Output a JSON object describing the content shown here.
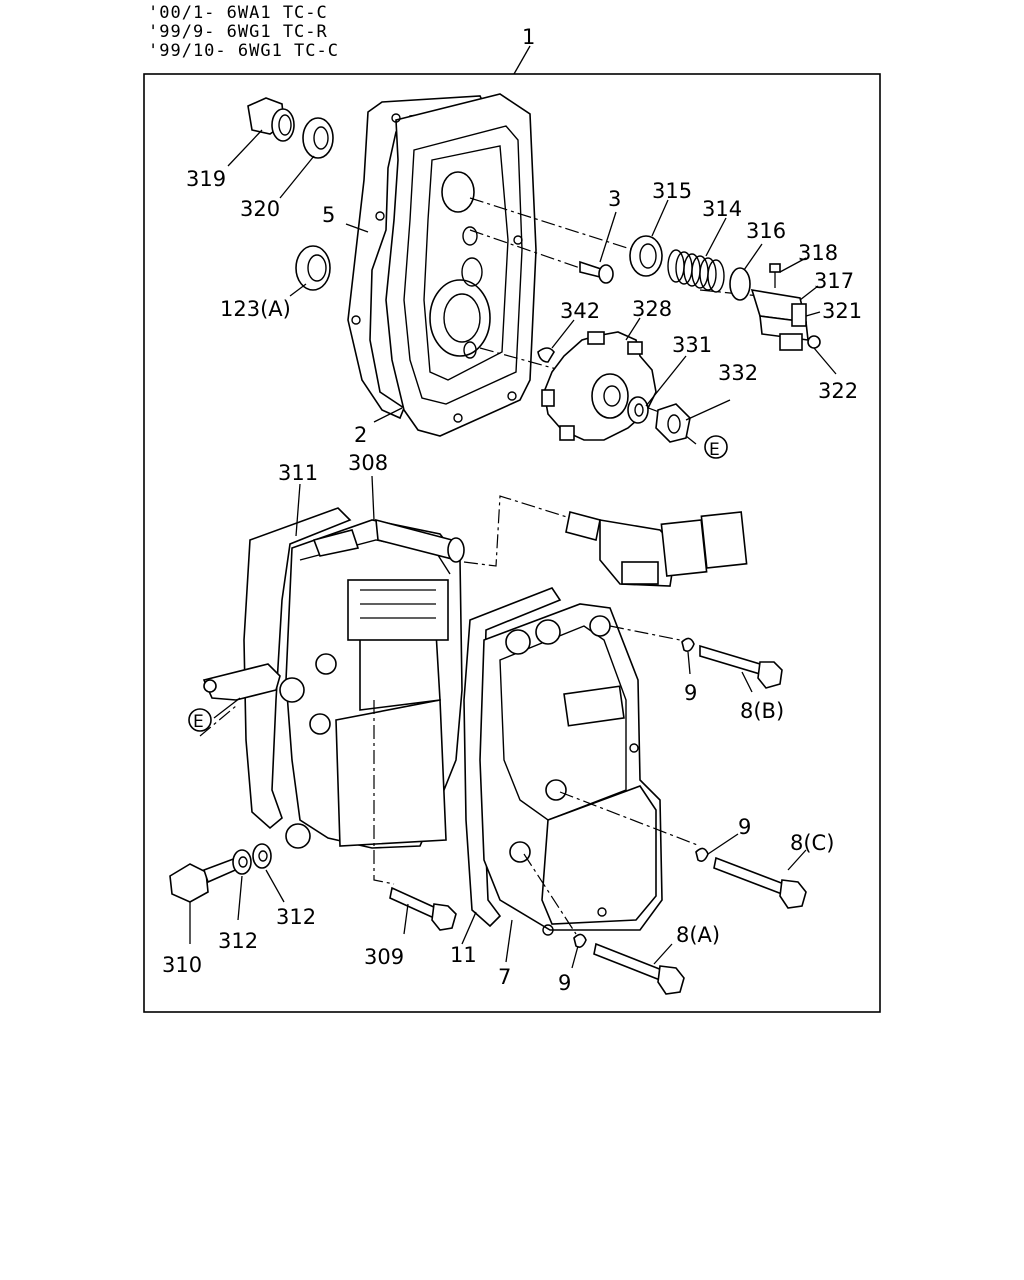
{
  "header": {
    "lines": [
      "'00/1- 6WA1 TC-C",
      "'99/9- 6WG1 TC-R",
      "'99/10- 6WG1 TC-C"
    ]
  },
  "labels": {
    "assembly": "1",
    "p319": "319",
    "p320": "320",
    "p5": "5",
    "p123a": "123(A)",
    "p2": "2",
    "p3": "3",
    "p315": "315",
    "p314": "314",
    "p316": "316",
    "p318": "318",
    "p317": "317",
    "p321": "321",
    "p322": "322",
    "p342": "342",
    "p328": "328",
    "p331": "331",
    "p332": "332",
    "ref_e_top": "E",
    "ref_e_left": "E",
    "p311": "311",
    "p308": "308",
    "p9_b": "9",
    "p8_b": "8(B)",
    "p9_c": "9",
    "p8_c": "8(C)",
    "p8_a": "8(A)",
    "p9_a": "9",
    "p310": "310",
    "p312_a": "312",
    "p312_b": "312",
    "p309": "309",
    "p11": "11",
    "p7": "7"
  }
}
